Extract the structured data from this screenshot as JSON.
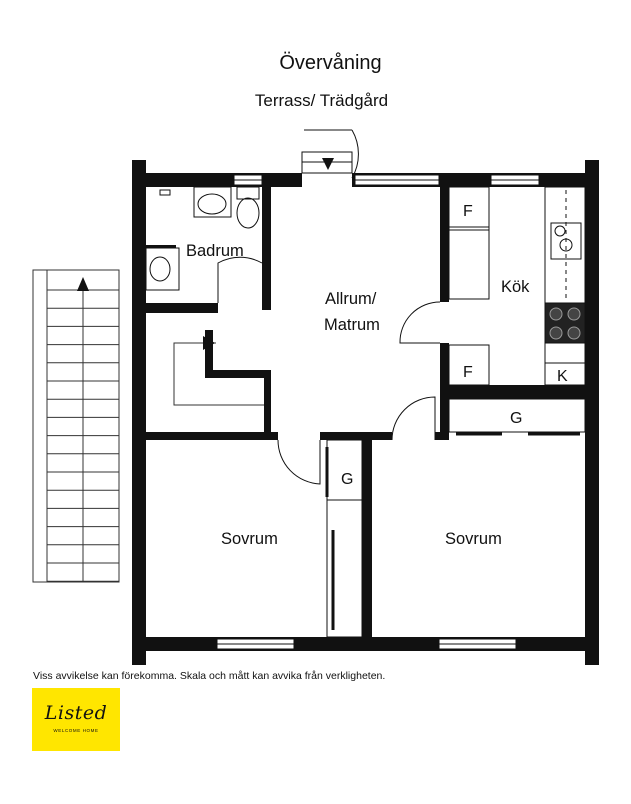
{
  "title": "Övervåning",
  "subtitle": "Terrass/ Trädgård",
  "rooms": {
    "badrum": "Badrum",
    "allrum_line1": "Allrum/",
    "allrum_line2": "Matrum",
    "kok": "Kök",
    "sovrum_left": "Sovrum",
    "sovrum_right": "Sovrum"
  },
  "markers": {
    "fridge_top": "F",
    "fridge_bottom": "F",
    "cabinet": "K",
    "wardrobe_left": "G",
    "wardrobe_right": "G"
  },
  "disclaimer": "Viss avvikelse kan förekomma. Skala och mått kan avvika från verkligheten.",
  "logo": {
    "brand": "Listed",
    "tagline": "WELCOME HOME",
    "color": "#ffe600"
  },
  "colors": {
    "wall": "#111111",
    "background": "#ffffff"
  }
}
